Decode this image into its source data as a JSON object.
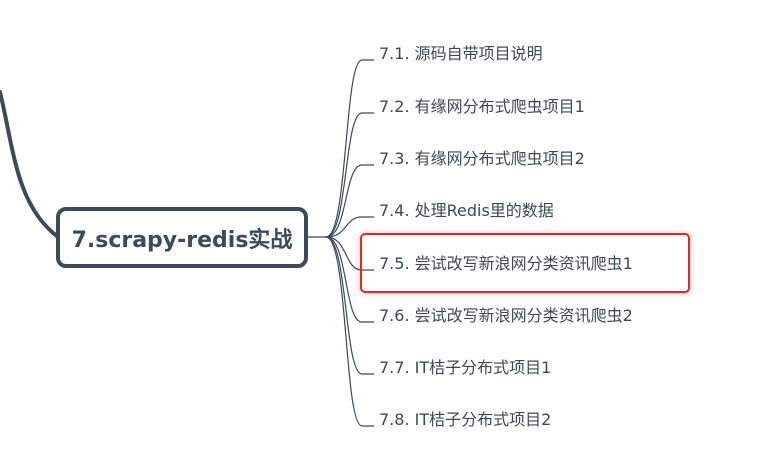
{
  "mindmap": {
    "central_topic": "7.scrapy-redis实战",
    "branches": [
      {
        "label": "7.1. 源码自带项目说明"
      },
      {
        "label": "7.2. 有缘网分布式爬虫项目1"
      },
      {
        "label": "7.3. 有缘网分布式爬虫项目2"
      },
      {
        "label": "7.4. 处理Redis里的数据"
      },
      {
        "label": "7.5. 尝试改写新浪网分类资讯爬虫1"
      },
      {
        "label": "7.6. 尝试改写新浪网分类资讯爬虫2"
      },
      {
        "label": "7.7. IT桔子分布式项目1"
      },
      {
        "label": "7.8. IT桔子分布式项目2"
      }
    ],
    "selected_branch": 4
  },
  "colors": {
    "line": "#3e4a55",
    "text": "#3f4952",
    "selection": "#e02a2a",
    "background": "#ffffff"
  }
}
